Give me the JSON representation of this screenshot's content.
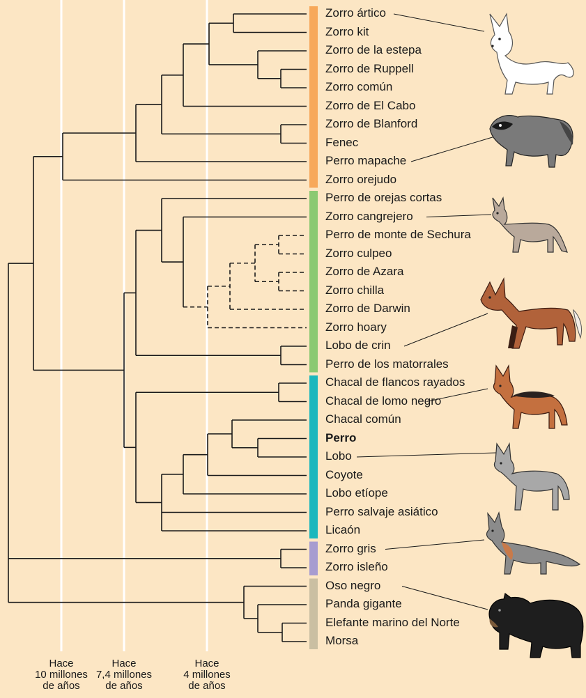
{
  "species": [
    {
      "name": "Zorro ártico",
      "group": "orange"
    },
    {
      "name": "Zorro kit",
      "group": "orange"
    },
    {
      "name": "Zorro de la estepa",
      "group": "orange"
    },
    {
      "name": "Zorro de Ruppell",
      "group": "orange"
    },
    {
      "name": "Zorro común",
      "group": "orange"
    },
    {
      "name": "Zorro de El Cabo",
      "group": "orange"
    },
    {
      "name": "Zorro de Blanford",
      "group": "orange"
    },
    {
      "name": "Fenec",
      "group": "orange"
    },
    {
      "name": "Perro mapache",
      "group": "orange"
    },
    {
      "name": "Zorro orejudo",
      "group": "orange"
    },
    {
      "name": "Perro de orejas cortas",
      "group": "green"
    },
    {
      "name": "Zorro cangrejero",
      "group": "green"
    },
    {
      "name": "Perro de monte de Sechura",
      "group": "green"
    },
    {
      "name": "Zorro culpeo",
      "group": "green"
    },
    {
      "name": "Zorro de Azara",
      "group": "green"
    },
    {
      "name": "Zorro chilla",
      "group": "green"
    },
    {
      "name": "Zorro de Darwin",
      "group": "green"
    },
    {
      "name": "Zorro hoary",
      "group": "green"
    },
    {
      "name": "Lobo de crin",
      "group": "green"
    },
    {
      "name": "Perro de los matorrales",
      "group": "green"
    },
    {
      "name": "Chacal de flancos rayados",
      "group": "teal"
    },
    {
      "name": "Chacal de lomo negro",
      "group": "teal"
    },
    {
      "name": "Chacal común",
      "group": "teal"
    },
    {
      "name": "Perro",
      "group": "teal",
      "bold": true
    },
    {
      "name": "Lobo",
      "group": "teal"
    },
    {
      "name": "Coyote",
      "group": "teal"
    },
    {
      "name": "Lobo etíope",
      "group": "teal"
    },
    {
      "name": "Perro salvaje asiático",
      "group": "teal"
    },
    {
      "name": "Licaón",
      "group": "teal"
    },
    {
      "name": "Zorro gris",
      "group": "purple"
    },
    {
      "name": "Zorro isleño",
      "group": "purple"
    },
    {
      "name": "Oso negro",
      "group": "tan"
    },
    {
      "name": "Panda gigante",
      "group": "tan"
    },
    {
      "name": "Elefante marino del Norte",
      "group": "tan"
    },
    {
      "name": "Morsa",
      "group": "tan"
    }
  ],
  "time_labels": [
    {
      "lines": [
        "Hace",
        "10 millones",
        "de años"
      ]
    },
    {
      "lines": [
        "Hace",
        "7,4 millones",
        "de años"
      ]
    },
    {
      "lines": [
        "Hace",
        "4 millones",
        "de años"
      ]
    }
  ],
  "illustrations": [
    {
      "name": "arctic-fox-icon",
      "species": "Zorro ártico"
    },
    {
      "name": "raccoon-dog-icon",
      "species": "Perro mapache"
    },
    {
      "name": "crab-eating-fox-icon",
      "species": "Zorro cangrejero"
    },
    {
      "name": "maned-wolf-icon",
      "species": "Lobo de crin"
    },
    {
      "name": "black-backed-jackal-icon",
      "species": "Chacal de lomo negro"
    },
    {
      "name": "wolf-icon",
      "species": "Lobo"
    },
    {
      "name": "gray-fox-icon",
      "species": "Zorro gris"
    },
    {
      "name": "black-bear-icon",
      "species": "Oso negro"
    }
  ],
  "colors": {
    "background": "#FCE6C4",
    "time_lines": "#FFFFFF",
    "orange": "#F7A85A",
    "green": "#8BC972",
    "teal": "#1BB7BD",
    "purple": "#A79CD0",
    "tan": "#CABFA2",
    "tree": "#1a1a1a"
  }
}
